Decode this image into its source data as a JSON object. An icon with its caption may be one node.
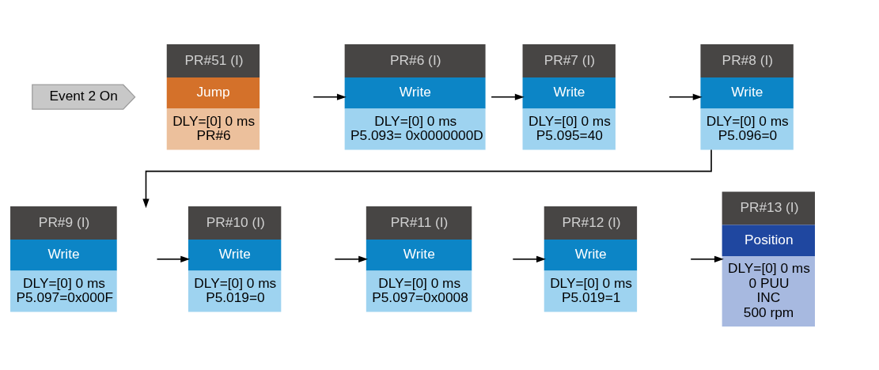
{
  "diagram": {
    "nodes": [
      {
        "text": [
          "Event 2 On"
        ]
      },
      {
        "text": [
          "PR#51 (I)",
          "Jump",
          "DLY=[0] 0 ms",
          "PR#6"
        ]
      },
      {
        "text": [
          "PR#6 (I)",
          "Write",
          "DLY=[0] 0 ms",
          "P5.093= 0x0000000D"
        ]
      },
      {
        "text": [
          "PR#7 (I)",
          "Write",
          "DLY=[0] 0 ms",
          "P5.095=40"
        ]
      },
      {
        "text": [
          "PR#8 (I)",
          "Write",
          "DLY=[0] 0 ms",
          "P5.096=0"
        ]
      },
      {
        "text": [
          "PR#9 (I)",
          "Write",
          "DLY=[0] 0 ms",
          "P5.097=0x000F"
        ]
      },
      {
        "text": [
          "PR#10 (I)",
          "Write",
          "DLY=[0] 0 ms",
          "P5.019=0"
        ]
      },
      {
        "text": [
          "PR#11 (I)",
          "Write",
          "DLY=[0] 0 ms",
          "P5.097=0x0008"
        ]
      },
      {
        "text": [
          "PR#12 (I)",
          "Write",
          "DLY=[0] 0 ms",
          "P5.019=1"
        ]
      },
      {
        "text": [
          "PR#13 (I)",
          "Position",
          "DLY=[0] 0 ms",
          "0 PUU",
          "INC",
          "500 rpm"
        ]
      }
    ],
    "edges": [
      {
        "from": 1,
        "to": 2,
        "arrow": "to"
      },
      {
        "from": 2,
        "to": 3,
        "arrow": "to"
      },
      {
        "from": 3,
        "to": 4,
        "arrow": "to"
      },
      {
        "from": 4,
        "to": 5,
        "arrow": "to"
      },
      {
        "from": 5,
        "to": 6,
        "arrow": "to"
      },
      {
        "from": 6,
        "to": 7,
        "arrow": "to"
      },
      {
        "from": 7,
        "to": 8,
        "arrow": "to"
      },
      {
        "from": 8,
        "to": 9,
        "arrow": "to"
      }
    ]
  }
}
